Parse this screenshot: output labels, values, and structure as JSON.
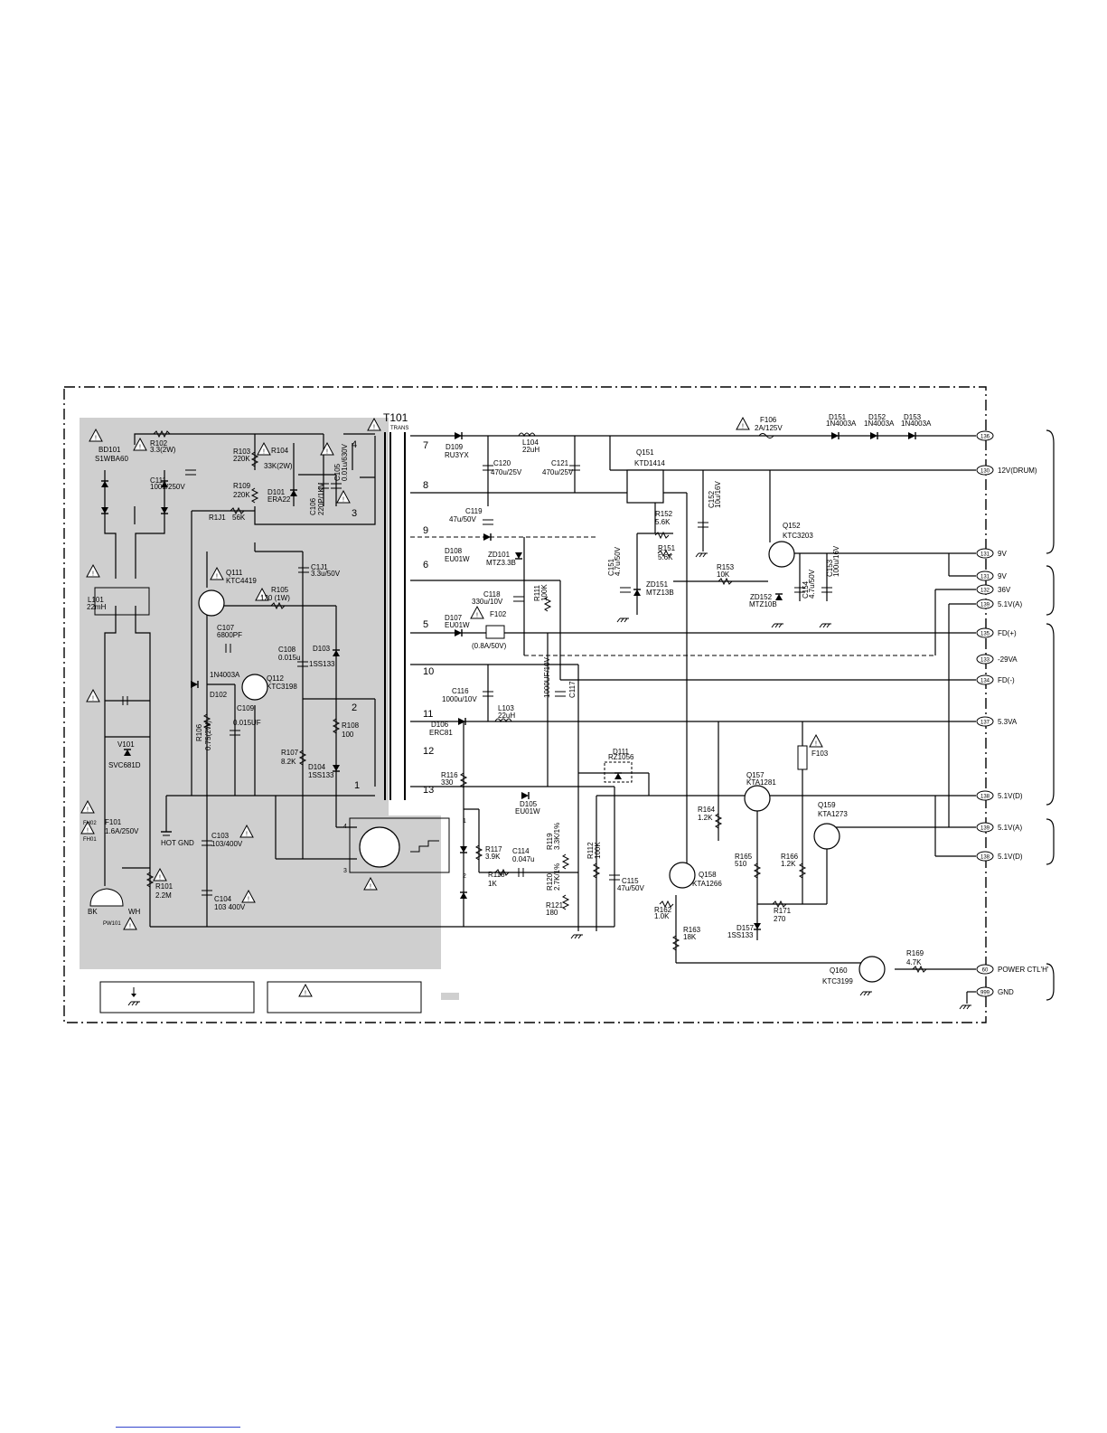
{
  "transformer": {
    "ref": "T101",
    "type": "TRANS",
    "pins_secondary": [
      "7",
      "8",
      "9",
      "6",
      "5",
      "10",
      "11",
      "12",
      "13"
    ],
    "pins_primary": [
      "4",
      "3",
      "2",
      "1"
    ]
  },
  "components": [
    {
      "id": "bd101",
      "ref": "BD101",
      "value": "S1WBA60"
    },
    {
      "id": "r102",
      "ref": "R102",
      "value": "3.3(2W)"
    },
    {
      "id": "c111",
      "ref": "C111",
      "value": "100u/250V"
    },
    {
      "id": "r103",
      "ref": "R103",
      "value": "220K"
    },
    {
      "id": "r104",
      "ref": "R104",
      "value": "33K(2W)"
    },
    {
      "id": "r109",
      "ref": "R109",
      "value": "220K"
    },
    {
      "id": "d101",
      "ref": "D101",
      "value": "ERA22"
    },
    {
      "id": "c106",
      "ref": "C106",
      "value": "220P/1KV"
    },
    {
      "id": "c105",
      "ref": "C105",
      "value": "0.01u/630V"
    },
    {
      "id": "r1j1",
      "ref": "R1J1",
      "value": "56K"
    },
    {
      "id": "c1j1",
      "ref": "C1J1",
      "value": "3.3u/50V"
    },
    {
      "id": "q111",
      "ref": "Q111",
      "value": "KTC4419"
    },
    {
      "id": "r105",
      "ref": "R105",
      "value": "120 (1W)"
    },
    {
      "id": "l101",
      "ref": "L101",
      "value": "22mH"
    },
    {
      "id": "c107",
      "ref": "C107",
      "value": "6800PF"
    },
    {
      "id": "c108",
      "ref": "C108",
      "value": "0.015u"
    },
    {
      "id": "d103",
      "ref": "D103",
      "value": "1SS133"
    },
    {
      "id": "d102",
      "ref": "D102",
      "value": "1N4003A"
    },
    {
      "id": "q112",
      "ref": "Q112",
      "value": "KTC3198"
    },
    {
      "id": "r106",
      "ref": "R106",
      "value": "0.75(2W)"
    },
    {
      "id": "c109",
      "ref": "C109",
      "value": "0.015UF"
    },
    {
      "id": "r108",
      "ref": "R108",
      "value": "100"
    },
    {
      "id": "r107",
      "ref": "R107",
      "value": "8.2K"
    },
    {
      "id": "d104",
      "ref": "D104",
      "value": "1SS133"
    },
    {
      "id": "v101",
      "ref": "V101",
      "value": "SVC681D"
    },
    {
      "id": "f101",
      "ref": "F101",
      "value": "1.6A/250V"
    },
    {
      "id": "c103",
      "ref": "C103",
      "value": "103/400V"
    },
    {
      "id": "r101",
      "ref": "R101",
      "value": "2.2M"
    },
    {
      "id": "c104",
      "ref": "C104",
      "value": "103  400V"
    },
    {
      "id": "d109",
      "ref": "D109",
      "value": "RU3YX"
    },
    {
      "id": "l104",
      "ref": "L104",
      "value": "22uH"
    },
    {
      "id": "c120",
      "ref": "C120",
      "value": "470u/25V"
    },
    {
      "id": "c121",
      "ref": "C121",
      "value": "470u/25V"
    },
    {
      "id": "f106",
      "ref": "F106",
      "value": "2A/125V"
    },
    {
      "id": "d151",
      "ref": "D151",
      "value": "1N4003A"
    },
    {
      "id": "d152",
      "ref": "D152",
      "value": "1N4003A"
    },
    {
      "id": "d153",
      "ref": "D153",
      "value": "1N4003A"
    },
    {
      "id": "q151",
      "ref": "Q151",
      "value": "KTD1414"
    },
    {
      "id": "c119",
      "ref": "C119",
      "value": "47u/50V"
    },
    {
      "id": "r152",
      "ref": "R152",
      "value": "5.6K"
    },
    {
      "id": "c152",
      "ref": "C152",
      "value": "10u/16V"
    },
    {
      "id": "q152",
      "ref": "Q152",
      "value": "KTC3203"
    },
    {
      "id": "d108",
      "ref": "D108",
      "value": "EU01W"
    },
    {
      "id": "zd101",
      "ref": "ZD101",
      "value": "MTZ3.3B"
    },
    {
      "id": "r151",
      "ref": "R151",
      "value": "5.6K"
    },
    {
      "id": "c151",
      "ref": "C151",
      "value": "4.7u/50V"
    },
    {
      "id": "zd151",
      "ref": "ZD151",
      "value": "MTZ13B"
    },
    {
      "id": "r153",
      "ref": "R153",
      "value": "10K"
    },
    {
      "id": "zd152",
      "ref": "ZD152",
      "value": "MTZ10B"
    },
    {
      "id": "c154",
      "ref": "C154",
      "value": "4.7u/50V"
    },
    {
      "id": "c153",
      "ref": "C153",
      "value": "100u/16V"
    },
    {
      "id": "c118",
      "ref": "C118",
      "value": "330u/10V"
    },
    {
      "id": "r111",
      "ref": "R111",
      "value": "100K"
    },
    {
      "id": "d107",
      "ref": "D107",
      "value": "EU01W"
    },
    {
      "id": "f102",
      "ref": "F102",
      "value": "(0.8A/50V)"
    },
    {
      "id": "c116",
      "ref": "C116",
      "value": "1000u/10V"
    },
    {
      "id": "c117",
      "ref": "C117",
      "value": "1000UF/10V"
    },
    {
      "id": "l103",
      "ref": "L103",
      "value": "22uH"
    },
    {
      "id": "d106",
      "ref": "D106",
      "value": "ERC81"
    },
    {
      "id": "f103",
      "ref": "F103",
      "value": ""
    },
    {
      "id": "d111",
      "ref": "D111",
      "value": "RZ1056"
    },
    {
      "id": "r116",
      "ref": "R116",
      "value": "330"
    },
    {
      "id": "d105",
      "ref": "D105",
      "value": "EU01W"
    },
    {
      "id": "q157",
      "ref": "Q157",
      "value": "KTA1281"
    },
    {
      "id": "q159",
      "ref": "Q159",
      "value": "KTA1273"
    },
    {
      "id": "r164",
      "ref": "R164",
      "value": "1.2K"
    },
    {
      "id": "r117",
      "ref": "R117",
      "value": "3.9K"
    },
    {
      "id": "c114",
      "ref": "C114",
      "value": "0.047u"
    },
    {
      "id": "r119",
      "ref": "R119",
      "value": "3.3K/1%"
    },
    {
      "id": "r112",
      "ref": "R112",
      "value": "100K"
    },
    {
      "id": "r118",
      "ref": "R118",
      "value": "1K"
    },
    {
      "id": "r120",
      "ref": "R120",
      "value": "2.7K/1%"
    },
    {
      "id": "c115",
      "ref": "C115",
      "value": "47u/50V"
    },
    {
      "id": "q158",
      "ref": "Q158",
      "value": "KTA1266"
    },
    {
      "id": "r165",
      "ref": "R165",
      "value": "510"
    },
    {
      "id": "r166",
      "ref": "R166",
      "value": "1.2K"
    },
    {
      "id": "r121",
      "ref": "R121",
      "value": "180"
    },
    {
      "id": "r162",
      "ref": "R162",
      "value": "1.0K"
    },
    {
      "id": "r171",
      "ref": "R171",
      "value": "270"
    },
    {
      "id": "r163",
      "ref": "R163",
      "value": "18K"
    },
    {
      "id": "d157",
      "ref": "D157",
      "value": "1SS133"
    },
    {
      "id": "q160",
      "ref": "Q160",
      "value": "KTC3199"
    },
    {
      "id": "r169",
      "ref": "R169",
      "value": "4.7K"
    }
  ],
  "connectors": [
    {
      "num": "136",
      "label": ""
    },
    {
      "num": "130",
      "label": "12V(DRUM)"
    },
    {
      "num": "131",
      "label": "9V"
    },
    {
      "num": "131",
      "label": "9V"
    },
    {
      "num": "132",
      "label": "36V"
    },
    {
      "num": "139",
      "label": "5.1V(A)"
    },
    {
      "num": "135",
      "label": "FD(+)"
    },
    {
      "num": "133",
      "label": "-29VA"
    },
    {
      "num": "134",
      "label": "FD(-)"
    },
    {
      "num": "137",
      "label": "5.3VA"
    },
    {
      "num": "138",
      "label": "5.1V(D)"
    },
    {
      "num": "139",
      "label": "5.1V(A)"
    },
    {
      "num": "138",
      "label": "5.1V(D)"
    },
    {
      "num": "60",
      "label": "POWER CTL'H'"
    },
    {
      "num": "999",
      "label": "GND"
    }
  ],
  "misc_labels": {
    "hot_gnd": "HOT GND",
    "plug_bk": "BK",
    "plug_wh": "WH",
    "plug_ref": "PW101",
    "fh02": "FH02",
    "fh01": "FH01",
    "opto_pins": [
      "4",
      "3",
      "1",
      "2"
    ]
  }
}
